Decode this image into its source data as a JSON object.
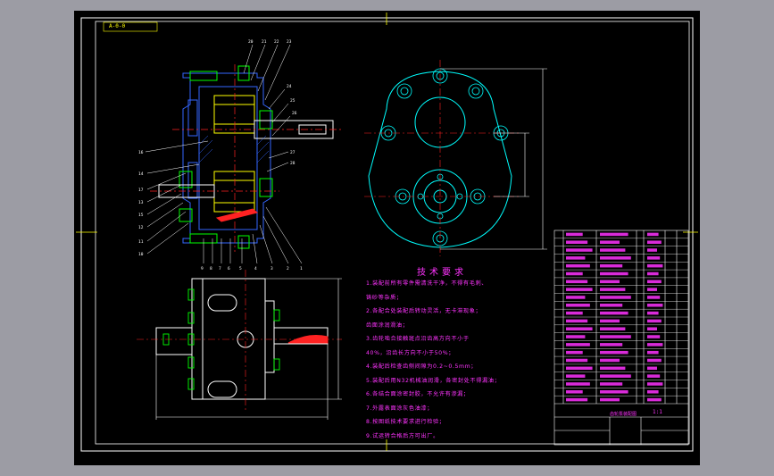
{
  "drawing": {
    "corner_tag": "A-0-0",
    "tech_requirements": {
      "title": "技术要求",
      "lines": [
        "1.装配前所有零件需清洗干净，不得有毛刺、",
        "  铸砂等杂质；",
        "2.各配合处装配后转动灵活，无卡滞现象；",
        "  齿面涂润滑油；",
        "3.齿轮啮合接触斑点沿齿高方向不小于",
        "  40%，沿齿长方向不小于50%；",
        "4.装配后检查齿侧间隙为0.2~0.5mm；",
        "5.装配后用N32机械油润滑，各密封处不得漏油；",
        "6.各结合面涂密封胶，不允许有渗漏；",
        "7.外露表面涂灰色油漆；",
        "8.按图纸技术要求进行检验；",
        "9.试运转合格后方可出厂。"
      ]
    },
    "title_block": {
      "scale_note": "1:1",
      "drawing_name": "齿轮泵装配图",
      "part_rows": 22
    }
  },
  "colors": {
    "background": "#000000",
    "frame": "#ffffff",
    "yellow": "#ffff00",
    "cyan": "#00ffff",
    "green": "#00ff00",
    "magenta": "#ff33ff",
    "blue": "#3366ff",
    "red": "#ff2222"
  }
}
